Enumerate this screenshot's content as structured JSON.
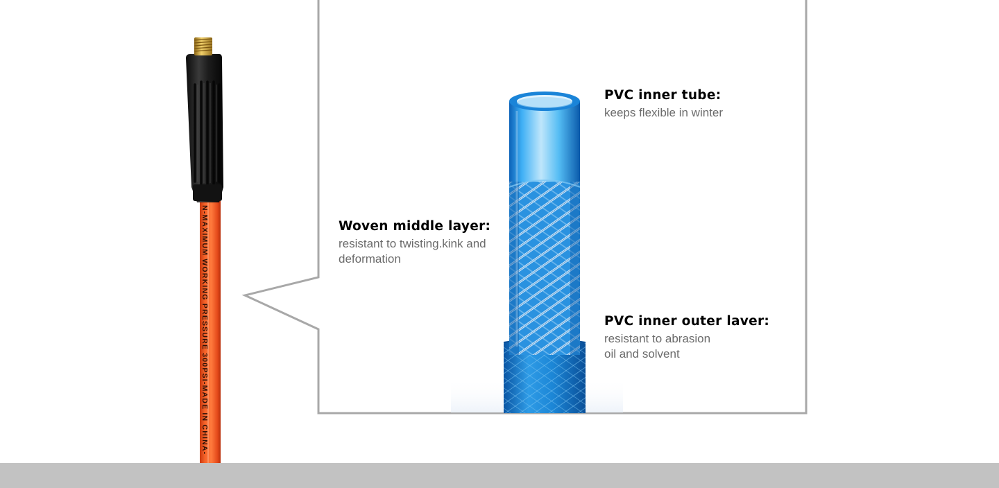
{
  "hose_print": "N-MAXIMUM WORKING PRESSURE 300PSI-MADE IN CHINA-",
  "callouts": {
    "inner_tube": {
      "title": "PVC inner tube:",
      "lines": [
        "keeps flexible in winter"
      ]
    },
    "middle_layer": {
      "title": "Woven middle layer:",
      "lines": [
        "resistant to twisting.kink and",
        "deformation"
      ]
    },
    "outer_layer": {
      "title": "PVC inner outer laver:",
      "lines": [
        "resistant to abrasion",
        "oil and solvent"
      ]
    }
  },
  "colors": {
    "hose_orange": "#f2541c",
    "tube_blue": "#1f8fe0",
    "grip_black": "#1a1a1a",
    "fitting_brass": "#c9a23a",
    "frame_gray": "#a8a8a8",
    "bottom_bar": "#c2c2c2"
  }
}
